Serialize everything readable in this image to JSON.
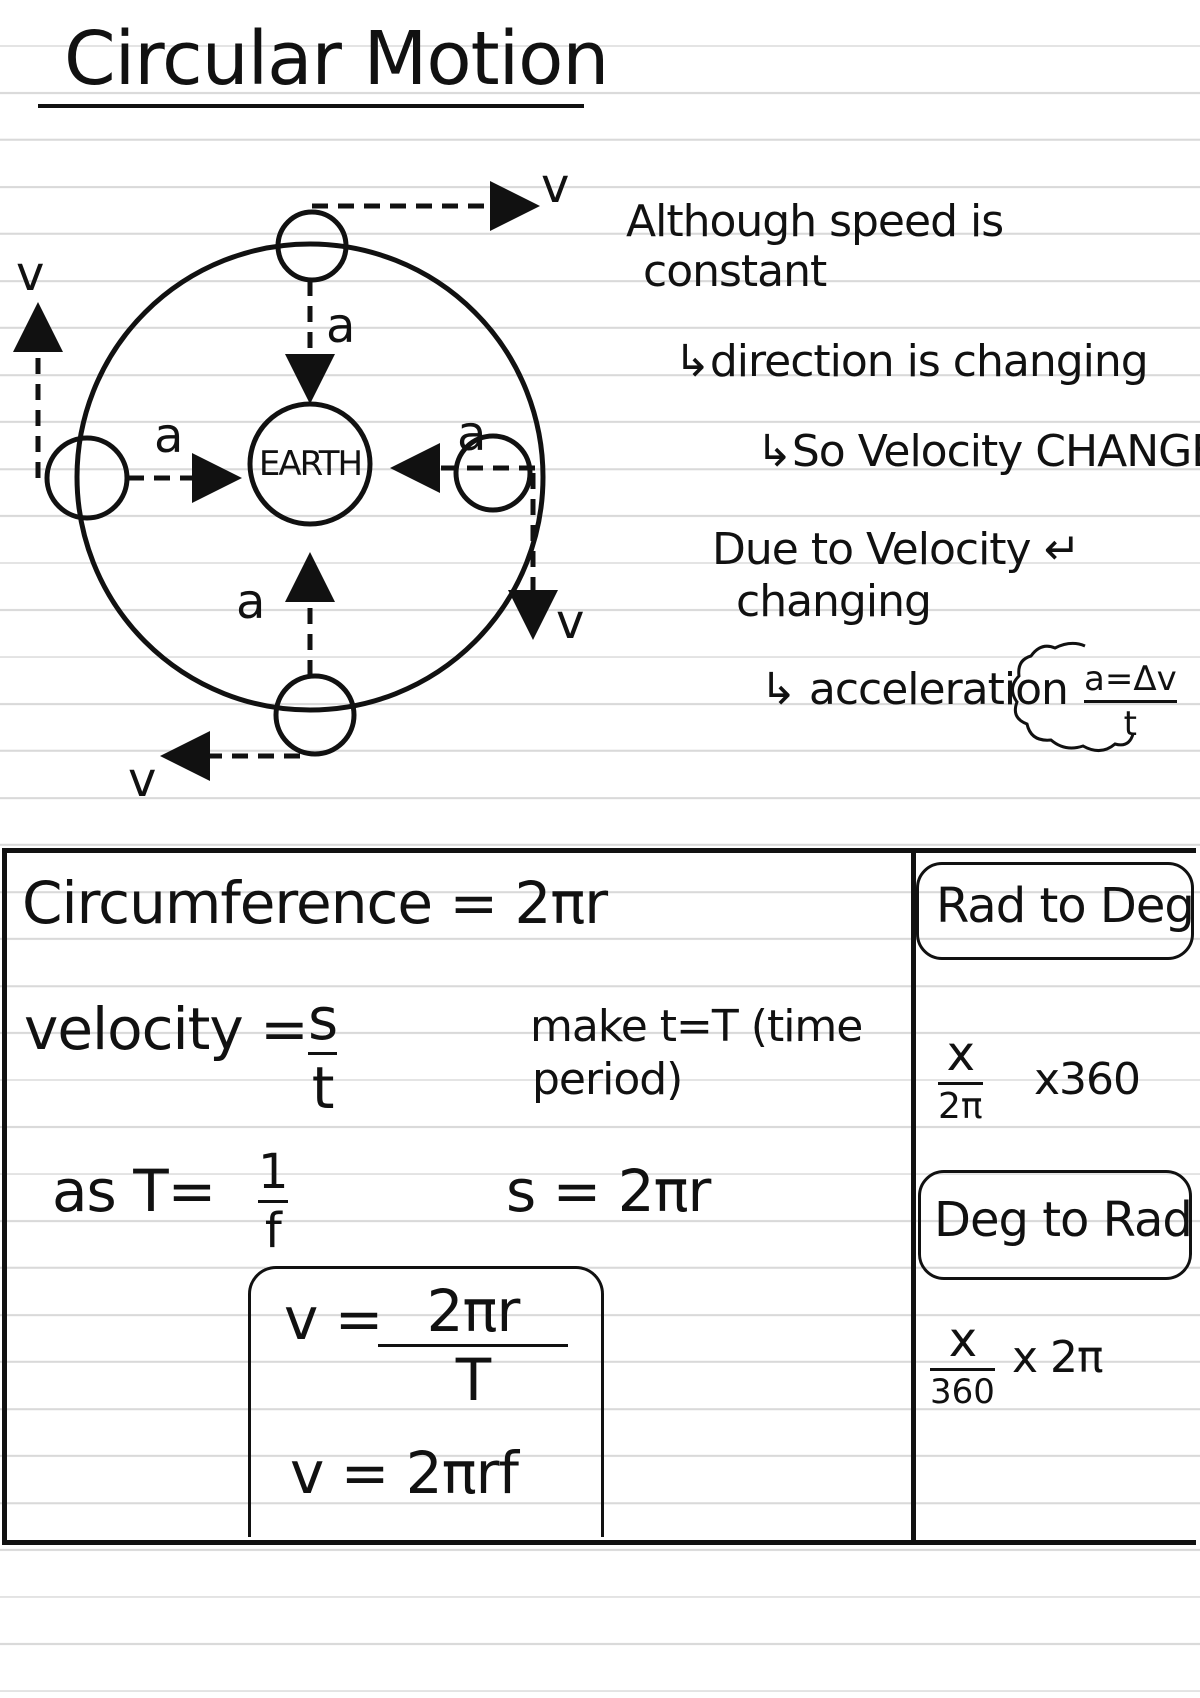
{
  "title": "Circular Motion",
  "diagram": {
    "center_label": "EARTH",
    "velocity_label": "v",
    "acceleration_label": "a"
  },
  "notes": {
    "line1a": "Although speed is",
    "line1b": "constant",
    "line2": "↳direction is changing",
    "line3": "↳So Velocity CHANGES",
    "line4a": "Due to Velocity ↵",
    "line4b": "changing",
    "line5": "↳ acceleration",
    "accel_num": "a=Δv",
    "accel_den": "t"
  },
  "formulas": {
    "circumference": "Circumference = 2πr",
    "velocity_prefix": "velocity =",
    "velocity_num": "s",
    "velocity_den": "t",
    "period_note_a": "make t=T (time",
    "period_note_b": "period)",
    "as_T_prefix": "as  T=",
    "as_T_num": "1",
    "as_T_den": "f",
    "s_eq": "s = 2πr",
    "v1_prefix": "v =",
    "v1_num": "2πr",
    "v1_den": "T",
    "v2": "v = 2πrf"
  },
  "conversions": {
    "rad_to_deg_title": "Rad to Deg",
    "rad_num": "x",
    "rad_den": "2π",
    "rad_mult": "x360",
    "deg_to_rad_title": "Deg to Rad",
    "deg_num": "x",
    "deg_den": "360",
    "deg_mult": "x 2π"
  }
}
